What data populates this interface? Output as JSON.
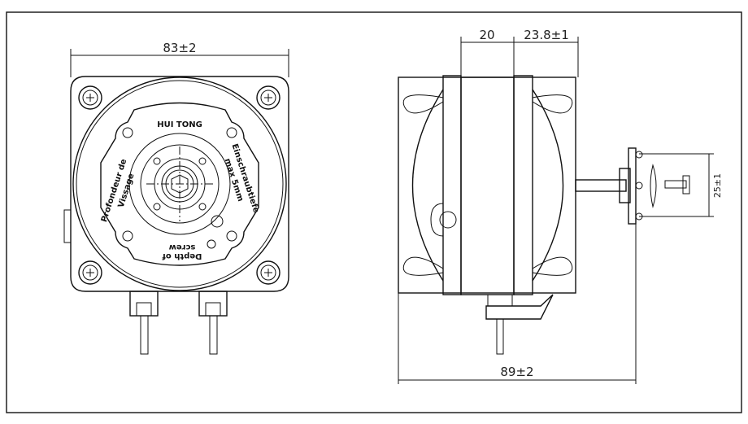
{
  "front_view": {
    "width_dimension": "83±2",
    "brand_label": "HUI TONG",
    "label_fr_1": "Profondeur de",
    "label_fr_2": "Vissage",
    "label_de_1": "Einschraubtiefe",
    "label_de_2": "max 5mm",
    "label_en_1": "Depth of",
    "label_en_2": "screw"
  },
  "side_view": {
    "stator_dimension": "20",
    "shaft_dimension": "23.8±1",
    "total_length_dimension": "89±2",
    "flange_dimension": "25±1"
  },
  "colors": {
    "line": "#111111",
    "background": "#ffffff"
  }
}
